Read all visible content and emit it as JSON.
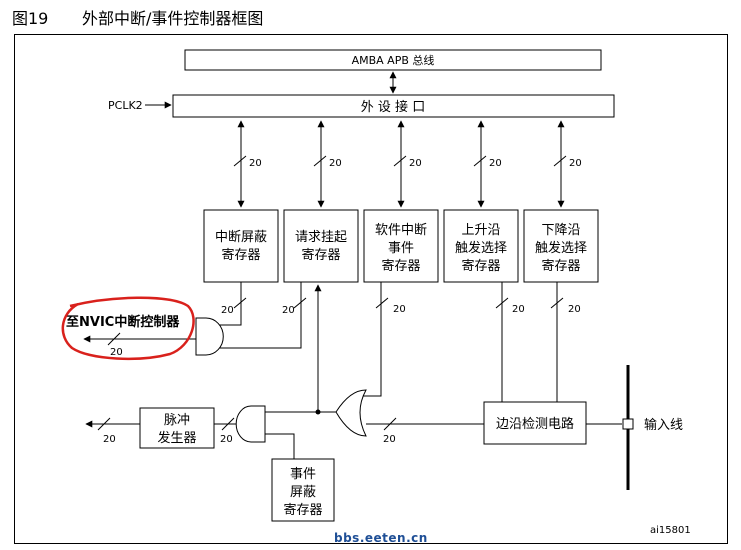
{
  "figure": {
    "number": "图19",
    "title": "外部中断/事件控制器框图",
    "id": "ai15801"
  },
  "blocks": {
    "amba_bus": "AMBA APB 总线",
    "peripheral_if": "外 设 接 口",
    "pclk2": "PCLK2",
    "int_mask": [
      "中断屏蔽",
      "寄存器"
    ],
    "pending": [
      "请求挂起",
      "寄存器"
    ],
    "sw_int": [
      "软件中断",
      "事件",
      "寄存器"
    ],
    "rising": [
      "上升沿",
      "触发选择",
      "寄存器"
    ],
    "falling": [
      "下降沿",
      "触发选择",
      "寄存器"
    ],
    "pulse_gen": [
      "脉冲",
      "发生器"
    ],
    "event_mask": [
      "事件",
      "屏蔽",
      "寄存器"
    ],
    "edge_detect": "边沿检测电路",
    "input_line": "输入线",
    "nvic": "至NVIC中断控制器"
  },
  "bus_width": "20",
  "watermark": "bbs.eeten.cn",
  "colors": {
    "line": "#000000",
    "highlight": "#d9211c",
    "watermark": "#1f4f96"
  }
}
